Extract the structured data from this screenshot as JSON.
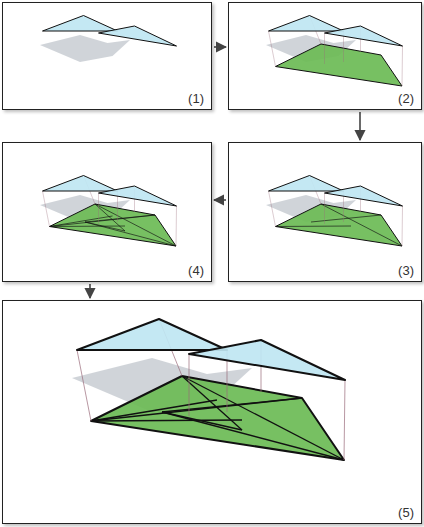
{
  "diagram": {
    "nodes": [
      {
        "text": [
          "(1)"
        ]
      },
      {
        "text": [
          "(2)"
        ]
      },
      {
        "text": [
          "(3)"
        ]
      },
      {
        "text": [
          "(4)"
        ]
      },
      {
        "text": [
          "(5)"
        ]
      }
    ],
    "edges": [
      {
        "from": 0,
        "to": 1,
        "arrow": "to"
      },
      {
        "from": 1,
        "to": 2,
        "arrow": "to"
      },
      {
        "from": 2,
        "to": 3,
        "arrow": "to"
      },
      {
        "from": 3,
        "to": 4,
        "arrow": "to"
      }
    ]
  }
}
